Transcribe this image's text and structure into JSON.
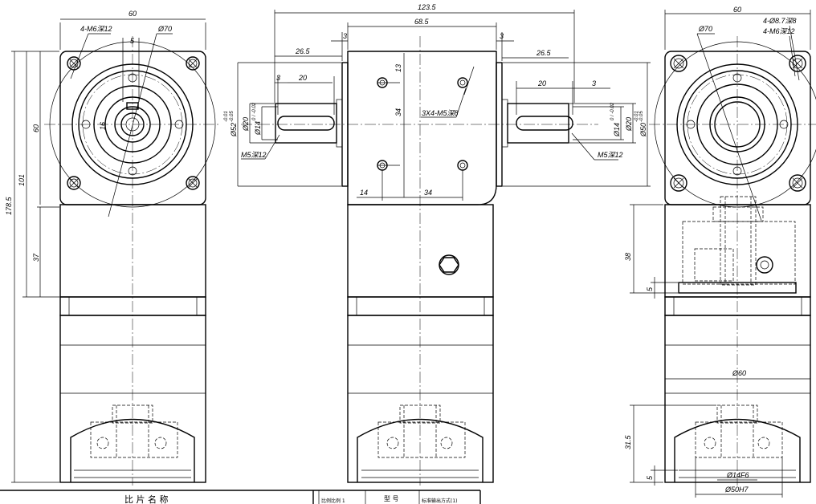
{
  "left_view": {
    "width": "60",
    "holes": "4-M6深12",
    "pcd": "Ø70",
    "key_dim": "5",
    "shaft_dim": "16",
    "flange_height": "60",
    "upper_height": "101",
    "total_height": "178.5",
    "mid_height": "37"
  },
  "front_view": {
    "overall_length": "123.5",
    "body_length": "68.5",
    "shoulder_left": "3",
    "shoulder_right": "3",
    "shaft_len_left": "26.5",
    "shaft_len_right": "26.5",
    "keyway_len_left": "20",
    "keyway_len_right": "20",
    "keyway_off_left": "3",
    "keyway_off_right": "3",
    "hole_v_spacing": "34",
    "hole_v_small": "13",
    "hole_h_offset": "14",
    "hole_h_spacing": "34",
    "holes": "3X4-M5深8",
    "pilot_left": "Ø52",
    "pilot_left_tol_upper": "-0.01",
    "pilot_left_tol_lower": "-0.05",
    "shaft_left": "Ø20",
    "shaft_left_key": "Ø14",
    "shaft_left_key_tol": "0 / -0.02",
    "tap_left": "M5深12",
    "pilot_right": "Ø50",
    "pilot_right_tol_upper": "-0.01",
    "pilot_right_tol_lower": "-0.05",
    "shaft_right": "Ø20",
    "shaft_right_key": "Ø14",
    "shaft_right_key_tol": "0 / -0.02",
    "tap_right": "M5深12"
  },
  "right_view": {
    "width": "60",
    "holes_through": "4-Ø8.7深8",
    "holes_tapped": "4-M6深12",
    "pcd": "Ø70",
    "height_38": "38",
    "height_5": "5",
    "motor_dia": "Ø60",
    "height_31_5": "31.5",
    "height_5b": "5",
    "shaft_fit": "Ø14F6",
    "pilot_fit": "Ø50H7"
  },
  "title_block": {
    "left_text": "比 片 名 称",
    "cell_a": "比例比例 1",
    "cell_b": "型 号",
    "cell_c": "标准输出方式(1)"
  }
}
